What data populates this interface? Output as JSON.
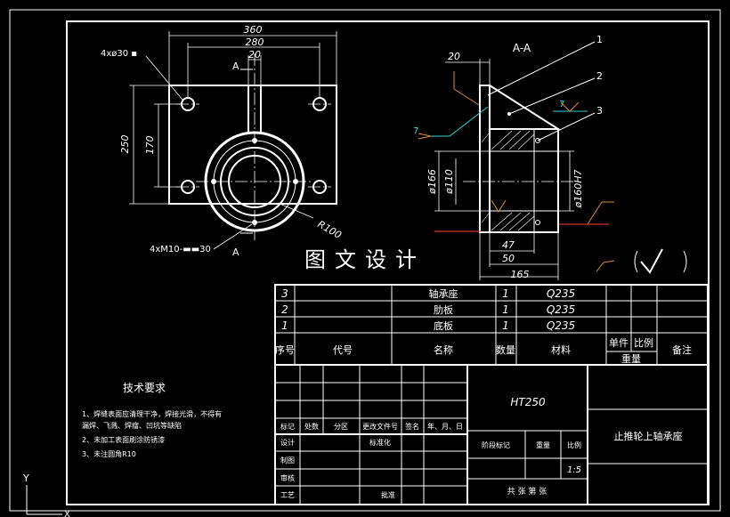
{
  "front_view": {
    "dim_360": "360",
    "dim_280": "280",
    "dim_20": "20",
    "dim_250": "250",
    "dim_170": "170",
    "dim_r100": "R100",
    "hole_note": "4xø30 ▪",
    "tap_note": "4xM10-▬▬30",
    "section_mark_top": "A",
    "section_mark_bottom": "A"
  },
  "section_view": {
    "title": "A-A",
    "dim_20": "20",
    "dim_166": "ø166",
    "dim_110": "ø110",
    "dim_160h7": "ø160H7",
    "dim_47": "47",
    "dim_50": "50",
    "dim_165": "165",
    "roughness_7a": "7",
    "roughness_7b": "7",
    "callout_1": "1",
    "callout_2": "2",
    "callout_3": "3"
  },
  "watermark": "图文设计",
  "bom": {
    "rows": [
      {
        "no": "3",
        "name": "轴承座",
        "qty": "1",
        "material": "Q235"
      },
      {
        "no": "2",
        "name": "肋板",
        "qty": "1",
        "material": "Q235"
      },
      {
        "no": "1",
        "name": "底板",
        "qty": "1",
        "material": "Q235"
      }
    ],
    "header": {
      "no": "序号",
      "code": "代号",
      "name": "名称",
      "qty": "数量",
      "material": "材料",
      "unit": "单件",
      "ratio": "比例",
      "weight": "重量",
      "note": "备注"
    }
  },
  "title_block": {
    "material": "HT250",
    "part_name": "止推轮上轴承座",
    "labels": {
      "mark": "标记",
      "count": "处数",
      "zone": "分区",
      "doc": "更改文件号",
      "sign": "签名",
      "date": "年、月、日",
      "design": "设计",
      "std": "标准化",
      "draw": "制图",
      "check": "审核",
      "process": "工艺",
      "approve": "批准",
      "stage": "阶段标记",
      "weight": "重量",
      "scale": "比例",
      "scale_value": "1:5",
      "sheets": "共  张  第  张"
    }
  },
  "tech_req": {
    "title": "技术要求",
    "items": [
      "1、焊缝表面应清理干净，焊接光滑，不得有",
      "    漏焊、飞溅、焊瘤、凹坑等缺陷",
      "2、未加工表面刷涂防锈漆",
      "3、未注圆角R10"
    ]
  },
  "ucs": {
    "y": "Y",
    "x": "X"
  }
}
